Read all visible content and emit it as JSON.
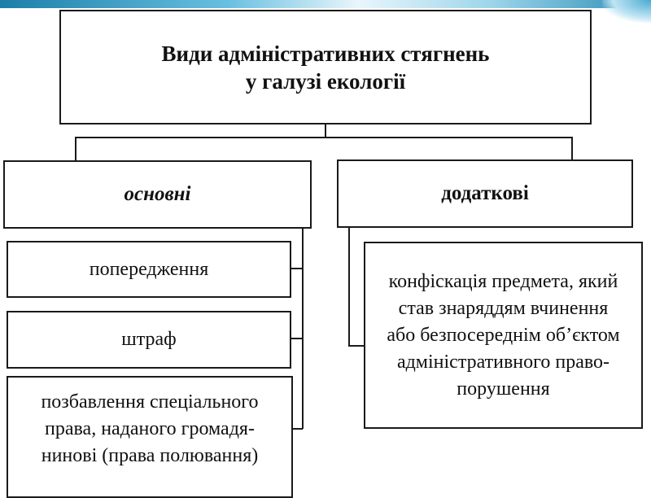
{
  "diagram": {
    "title": {
      "line1": "Види адміністративних стягнень",
      "line2": "у галузі екології"
    },
    "categories": {
      "main": "основні",
      "additional": "додаткові"
    },
    "main_items": [
      {
        "lines": [
          "попередження"
        ]
      },
      {
        "lines": [
          "штраф"
        ]
      },
      {
        "lines": [
          "позбавлення спеціального",
          "права, наданого громадя-",
          "нинові (права полювання)"
        ]
      }
    ],
    "additional_items": [
      {
        "lines": [
          "конфіскація предмета, який",
          "став знаряддям вчинення",
          "або безпосереднім об’єктом",
          "адміністративного право-",
          "порушення"
        ]
      }
    ]
  }
}
